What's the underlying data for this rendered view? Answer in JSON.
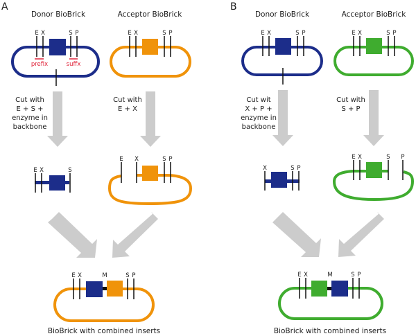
{
  "colors": {
    "blue": "#1c2d8a",
    "orange": "#f0930a",
    "green": "#3fac2f",
    "arrow": "#cccccc",
    "site_line": "#111111",
    "annotation": "#e0243a"
  },
  "panels": [
    {
      "label": "A",
      "donor": {
        "title": "Donor BioBrick",
        "sites": [
          "E",
          "X",
          "S",
          "P"
        ],
        "prefix_label": "prefix",
        "suffix_label": "suffx"
      },
      "acceptor": {
        "title": "Acceptor BioBrick",
        "sites": [
          "E",
          "X",
          "S",
          "P"
        ]
      },
      "donor_cut": {
        "lines": [
          "Cut with",
          "E + S +",
          "enzyme in",
          "backbone"
        ],
        "fragment_sites": [
          "E",
          "X",
          "S"
        ]
      },
      "acceptor_cut": {
        "lines": [
          "Cut with",
          "E + X"
        ],
        "fragment_sites": [
          "E",
          "X",
          "S",
          "P"
        ]
      },
      "result": {
        "sites": [
          "E",
          "X",
          "M",
          "S",
          "P"
        ],
        "caption": "BioBrick with combined inserts"
      }
    },
    {
      "label": "B",
      "donor": {
        "title": "Donor BioBrick",
        "sites": [
          "E",
          "X",
          "S",
          "P"
        ]
      },
      "acceptor": {
        "title": "Acceptor BioBrick",
        "sites": [
          "E",
          "X",
          "S",
          "P"
        ]
      },
      "donor_cut": {
        "lines": [
          "Cut wit",
          "X + P +",
          "enzyme in",
          "backbone"
        ],
        "fragment_sites": [
          "X",
          "S",
          "P"
        ]
      },
      "acceptor_cut": {
        "lines": [
          "Cut with",
          "S + P"
        ],
        "fragment_sites": [
          "E",
          "X",
          "S",
          "P"
        ]
      },
      "result": {
        "sites": [
          "E",
          "X",
          "M",
          "S",
          "P"
        ],
        "caption": "BioBrick with combined inserts"
      }
    }
  ]
}
